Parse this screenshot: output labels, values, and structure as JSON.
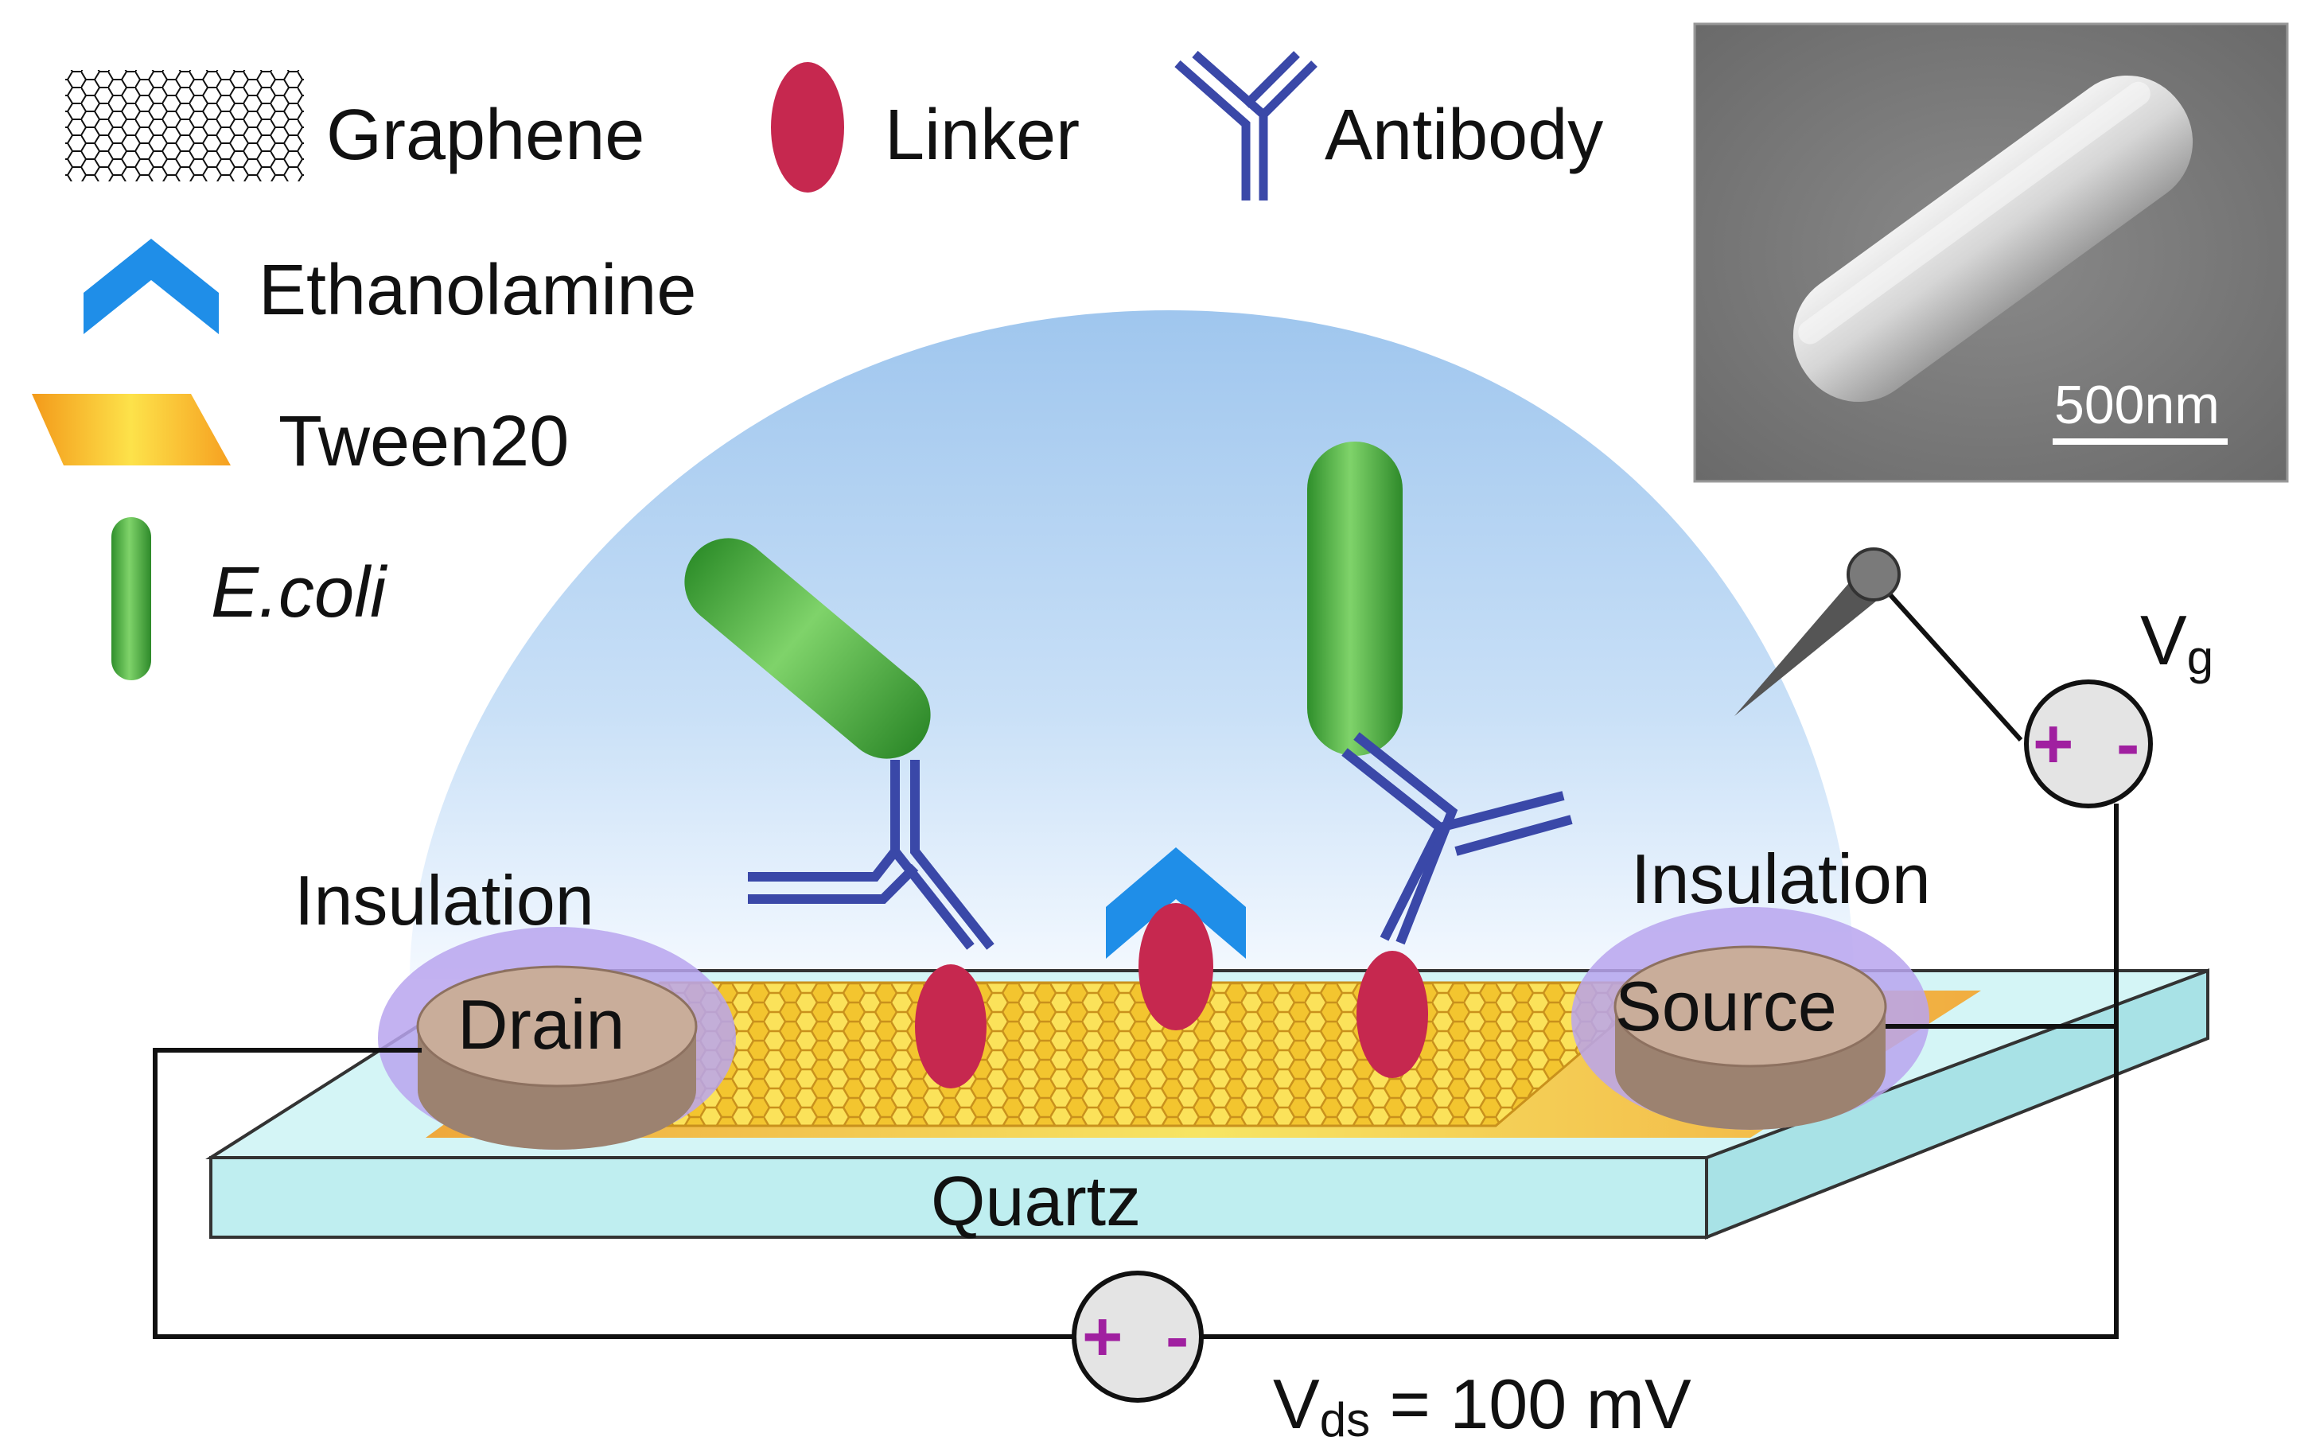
{
  "legend": {
    "graphene": "Graphene",
    "linker": "Linker",
    "antibody": "Antibody",
    "ethanolamine": "Ethanolamine",
    "tween20": "Tween20",
    "ecoli": "E.coli"
  },
  "inset": {
    "scale_bar": "500nm"
  },
  "device": {
    "insulation_left": "Insulation",
    "insulation_right": "Insulation",
    "drain": "Drain",
    "source": "Source",
    "quartz": "Quartz"
  },
  "circuit": {
    "vg_main": "V",
    "vg_sub": "g",
    "plus": "+",
    "minus": "-",
    "vds_main": "V",
    "vds_sub": "ds",
    "vds_value": " = 100 mV"
  },
  "colors": {
    "antibody": "#3a48a8",
    "linker": "#c6284f",
    "ethanolamine": "#1f8ee8",
    "ecoli": "#3fa53a",
    "tween": "#f6c93c",
    "dome": "#a9cdf0",
    "quartz": "#bfeef0",
    "electrode": "#c9ad9a",
    "insulation": "#b9a5ee",
    "polarity": "#a020a0"
  }
}
